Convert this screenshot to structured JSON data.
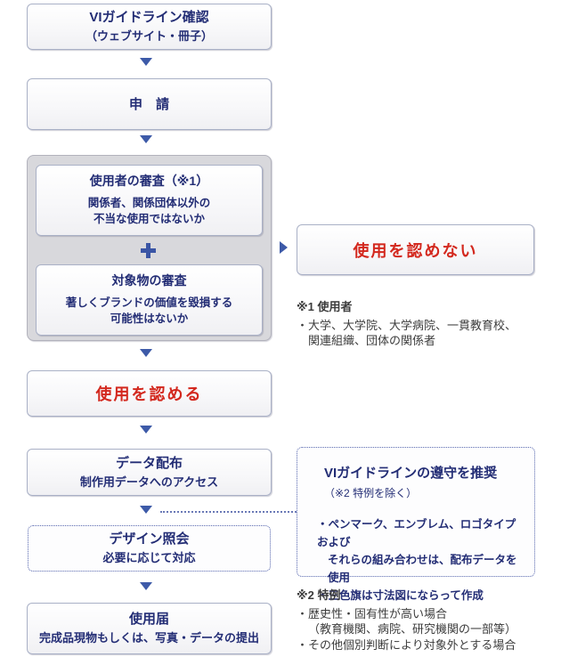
{
  "colors": {
    "navy_text": "#232d75",
    "red_text": "#d3281e",
    "arrow_blue": "#3d5aa8",
    "gray_panel_bg": "#d8d8dc",
    "box_border": "#a9b0c6",
    "dotted_border": "#5a6ab0",
    "note_text": "#3c3c3c"
  },
  "flow": {
    "guideline": {
      "title": "VIガイドライン確認",
      "subtitle": "（ウェブサイト・冊子）"
    },
    "apply": {
      "title": "申　請"
    },
    "user_review": {
      "title": "使用者の審査（※1）",
      "body1": "関係者、関係団体以外の",
      "body2": "不当な使用ではないか"
    },
    "object_review": {
      "title": "対象物の審査",
      "body1": "著しくブランドの価値を毀損する",
      "body2": "可能性はないか"
    },
    "deny": {
      "title": "使用を認めない"
    },
    "approve": {
      "title": "使用を認める"
    },
    "data_distribution": {
      "title": "データ配布",
      "subtitle": "制作用データへのアクセス"
    },
    "design_inquiry": {
      "title": "デザイン照会",
      "subtitle": "必要に応じて対応"
    },
    "usage_report": {
      "title": "使用届",
      "subtitle": "完成品現物もしくは、写真・データの提出"
    }
  },
  "notes": {
    "note1": {
      "heading": "※1 使用者",
      "line1": "・大学、大学院、大学病院、一貫教育校、",
      "line2": "関連組織、団体の関係者"
    },
    "recommendation": {
      "title": "VIガイドラインの遵守を推奨",
      "condition": "（※2 特例を除く）",
      "bullet1_line1": "・ペンマーク、エンブレム、ロゴタイプおよび",
      "bullet1_line2": "それらの組み合わせは、配布データを使用",
      "bullet2": "・三色旗は寸法図にならって作成"
    },
    "note2": {
      "heading": "※2 特例",
      "line1": "・歴史性・固有性が高い場合",
      "line2": "（教育機関、病院、研究機関の一部等）",
      "line3": "・その他個別判断により対象外とする場合"
    }
  }
}
